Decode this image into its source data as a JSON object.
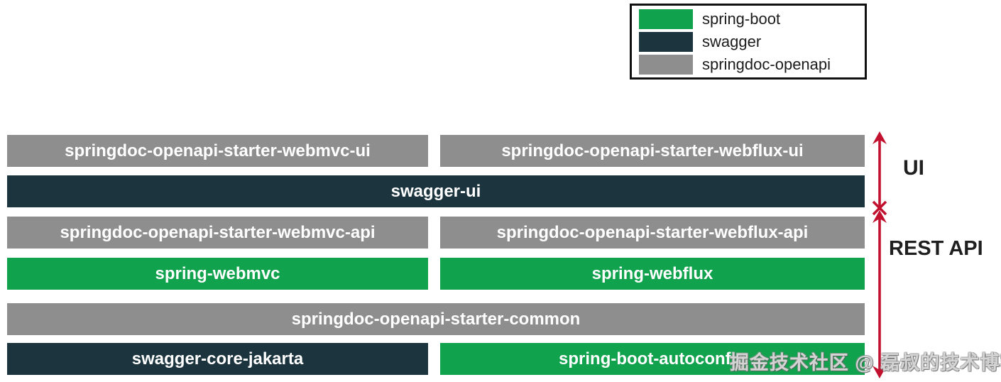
{
  "legend": {
    "items": [
      {
        "label": "spring-boot",
        "color": "#10a24d"
      },
      {
        "label": "swagger",
        "color": "#1b343e"
      },
      {
        "label": "springdoc-openapi",
        "color": "#8e8e8e"
      }
    ]
  },
  "bars": [
    {
      "label": "springdoc-openapi-starter-webmvc-ui",
      "group": "springdoc-openapi",
      "color": "#8e8e8e"
    },
    {
      "label": "springdoc-openapi-starter-webflux-ui",
      "group": "springdoc-openapi",
      "color": "#8e8e8e"
    },
    {
      "label": "swagger-ui",
      "group": "swagger",
      "color": "#1b343e"
    },
    {
      "label": "springdoc-openapi-starter-webmvc-api",
      "group": "springdoc-openapi",
      "color": "#8e8e8e"
    },
    {
      "label": "springdoc-openapi-starter-webflux-api",
      "group": "springdoc-openapi",
      "color": "#8e8e8e"
    },
    {
      "label": "spring-webmvc",
      "group": "spring-boot",
      "color": "#10a24d"
    },
    {
      "label": "spring-webflux",
      "group": "spring-boot",
      "color": "#10a24d"
    },
    {
      "label": "springdoc-openapi-starter-common",
      "group": "springdoc-openapi",
      "color": "#8e8e8e"
    },
    {
      "label": "swagger-core-jakarta",
      "group": "swagger",
      "color": "#1b343e"
    },
    {
      "label": "spring-boot-autoconfig",
      "group": "spring-boot",
      "color": "#10a24d"
    }
  ],
  "annotations": {
    "ui_label": "UI",
    "rest_api_label": "REST API",
    "arrow_color": "#c2112e"
  },
  "watermark": {
    "text": "掘金技术社区 @ 磊叔的技术博客"
  }
}
